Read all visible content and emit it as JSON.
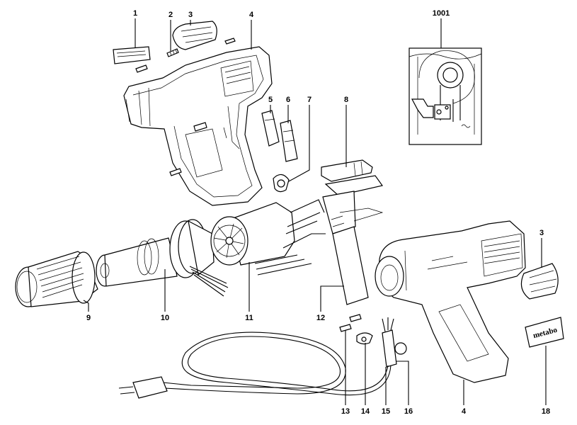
{
  "callouts": [
    "1",
    "2",
    "3",
    "4",
    "5",
    "6",
    "7",
    "8",
    "9",
    "10",
    "11",
    "12",
    "13",
    "14",
    "15",
    "16",
    "4",
    "18",
    "3",
    "1001"
  ],
  "brand_label": "metabo",
  "colors": {
    "ink": "#000000",
    "paper": "#ffffff"
  }
}
